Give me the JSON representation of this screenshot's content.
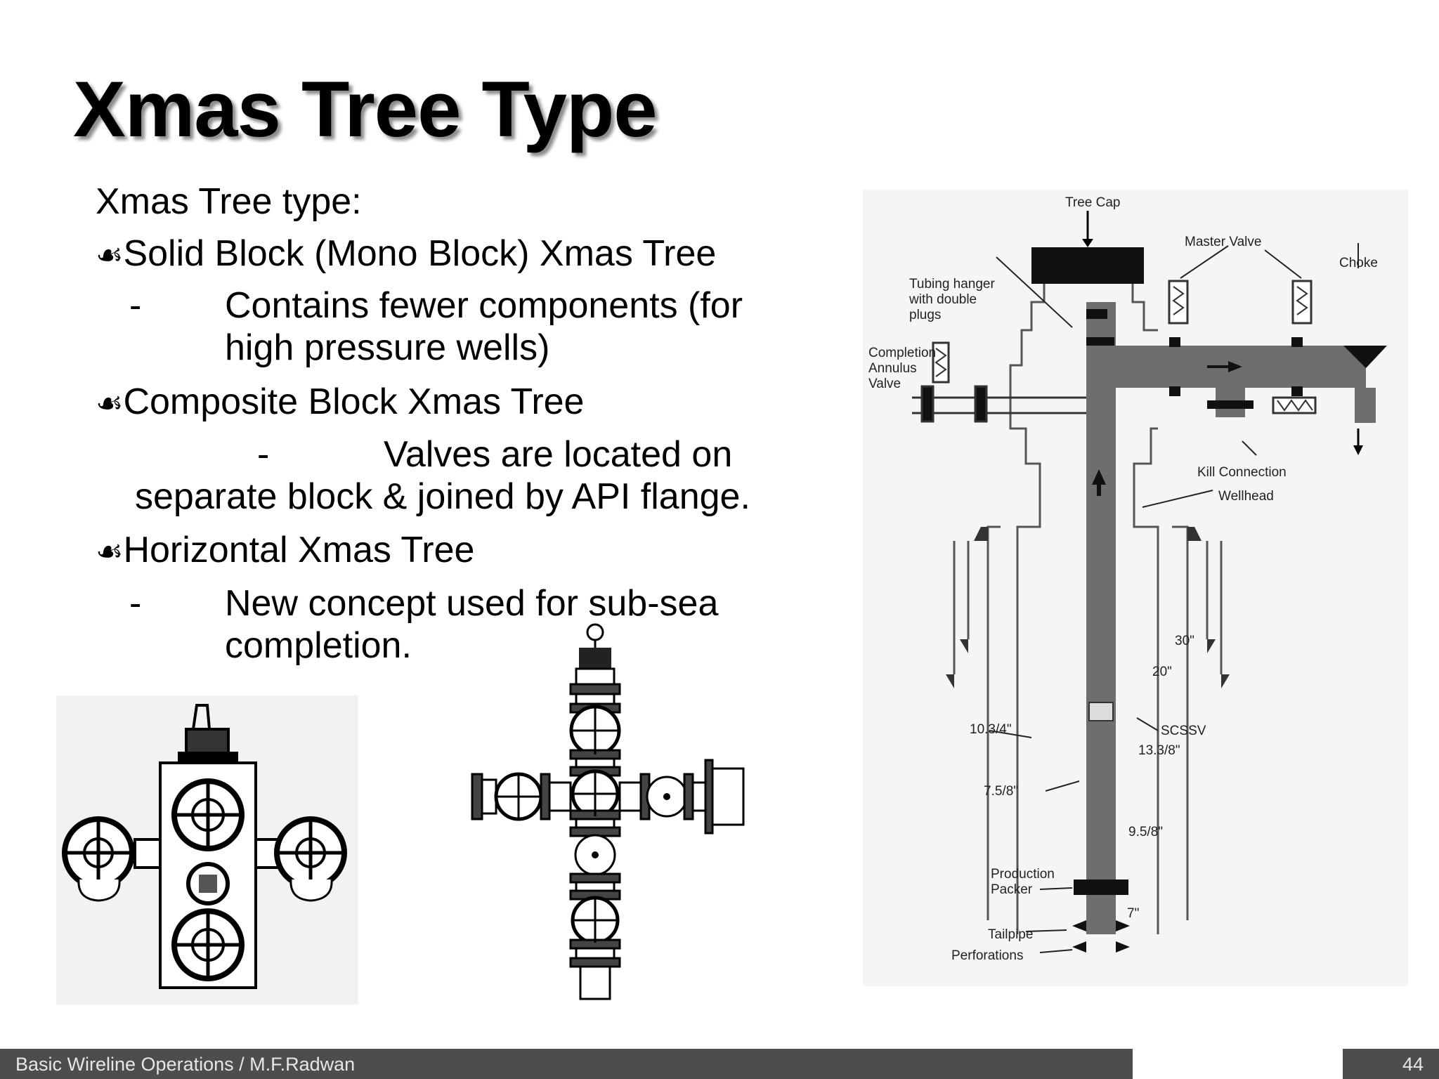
{
  "slide": {
    "title": "Xmas Tree Type",
    "intro": "Xmas Tree type:",
    "bullet_symbol": "☙",
    "items": [
      {
        "label": "Solid Block (Mono Block) Xmas Tree",
        "dash": "-",
        "line1": "Contains fewer components (for",
        "line2": "high pressure wells)"
      },
      {
        "label": "Composite Block Xmas Tree",
        "dash": "-",
        "line1": "Valves are located on",
        "line2": "separate block & joined by API flange."
      },
      {
        "label": "Horizontal Xmas Tree",
        "dash": "-",
        "line1": "New concept used for sub-sea",
        "line2": "completion."
      }
    ]
  },
  "diagram": {
    "labels": {
      "tree_cap": "Tree Cap",
      "master_valve": "Master Valve",
      "choke": "Choke",
      "tubing_hanger_1": "Tubing hanger",
      "tubing_hanger_2": "with double",
      "tubing_hanger_3": "plugs",
      "completion_1": "Completion",
      "completion_2": "Annulus",
      "completion_3": "Valve",
      "kill_connection": "Kill Connection",
      "wellhead": "Wellhead",
      "size_30": "30\"",
      "size_20": "20\"",
      "size_10_3_4": "10.3/4\"",
      "scssv": "SCSSV",
      "size_13_3_8": "13.3/8\"",
      "size_7_5_8": "7.5/8\"",
      "size_9_5_8": "9.5/8\"",
      "production_1": "Production",
      "production_2": "Packer",
      "size_7": "7\"",
      "tailpipe": "Tailpipe",
      "perforations": "Perforations"
    }
  },
  "footer": {
    "text": "Basic Wireline Operations / M.F.Radwan",
    "page": "44"
  }
}
